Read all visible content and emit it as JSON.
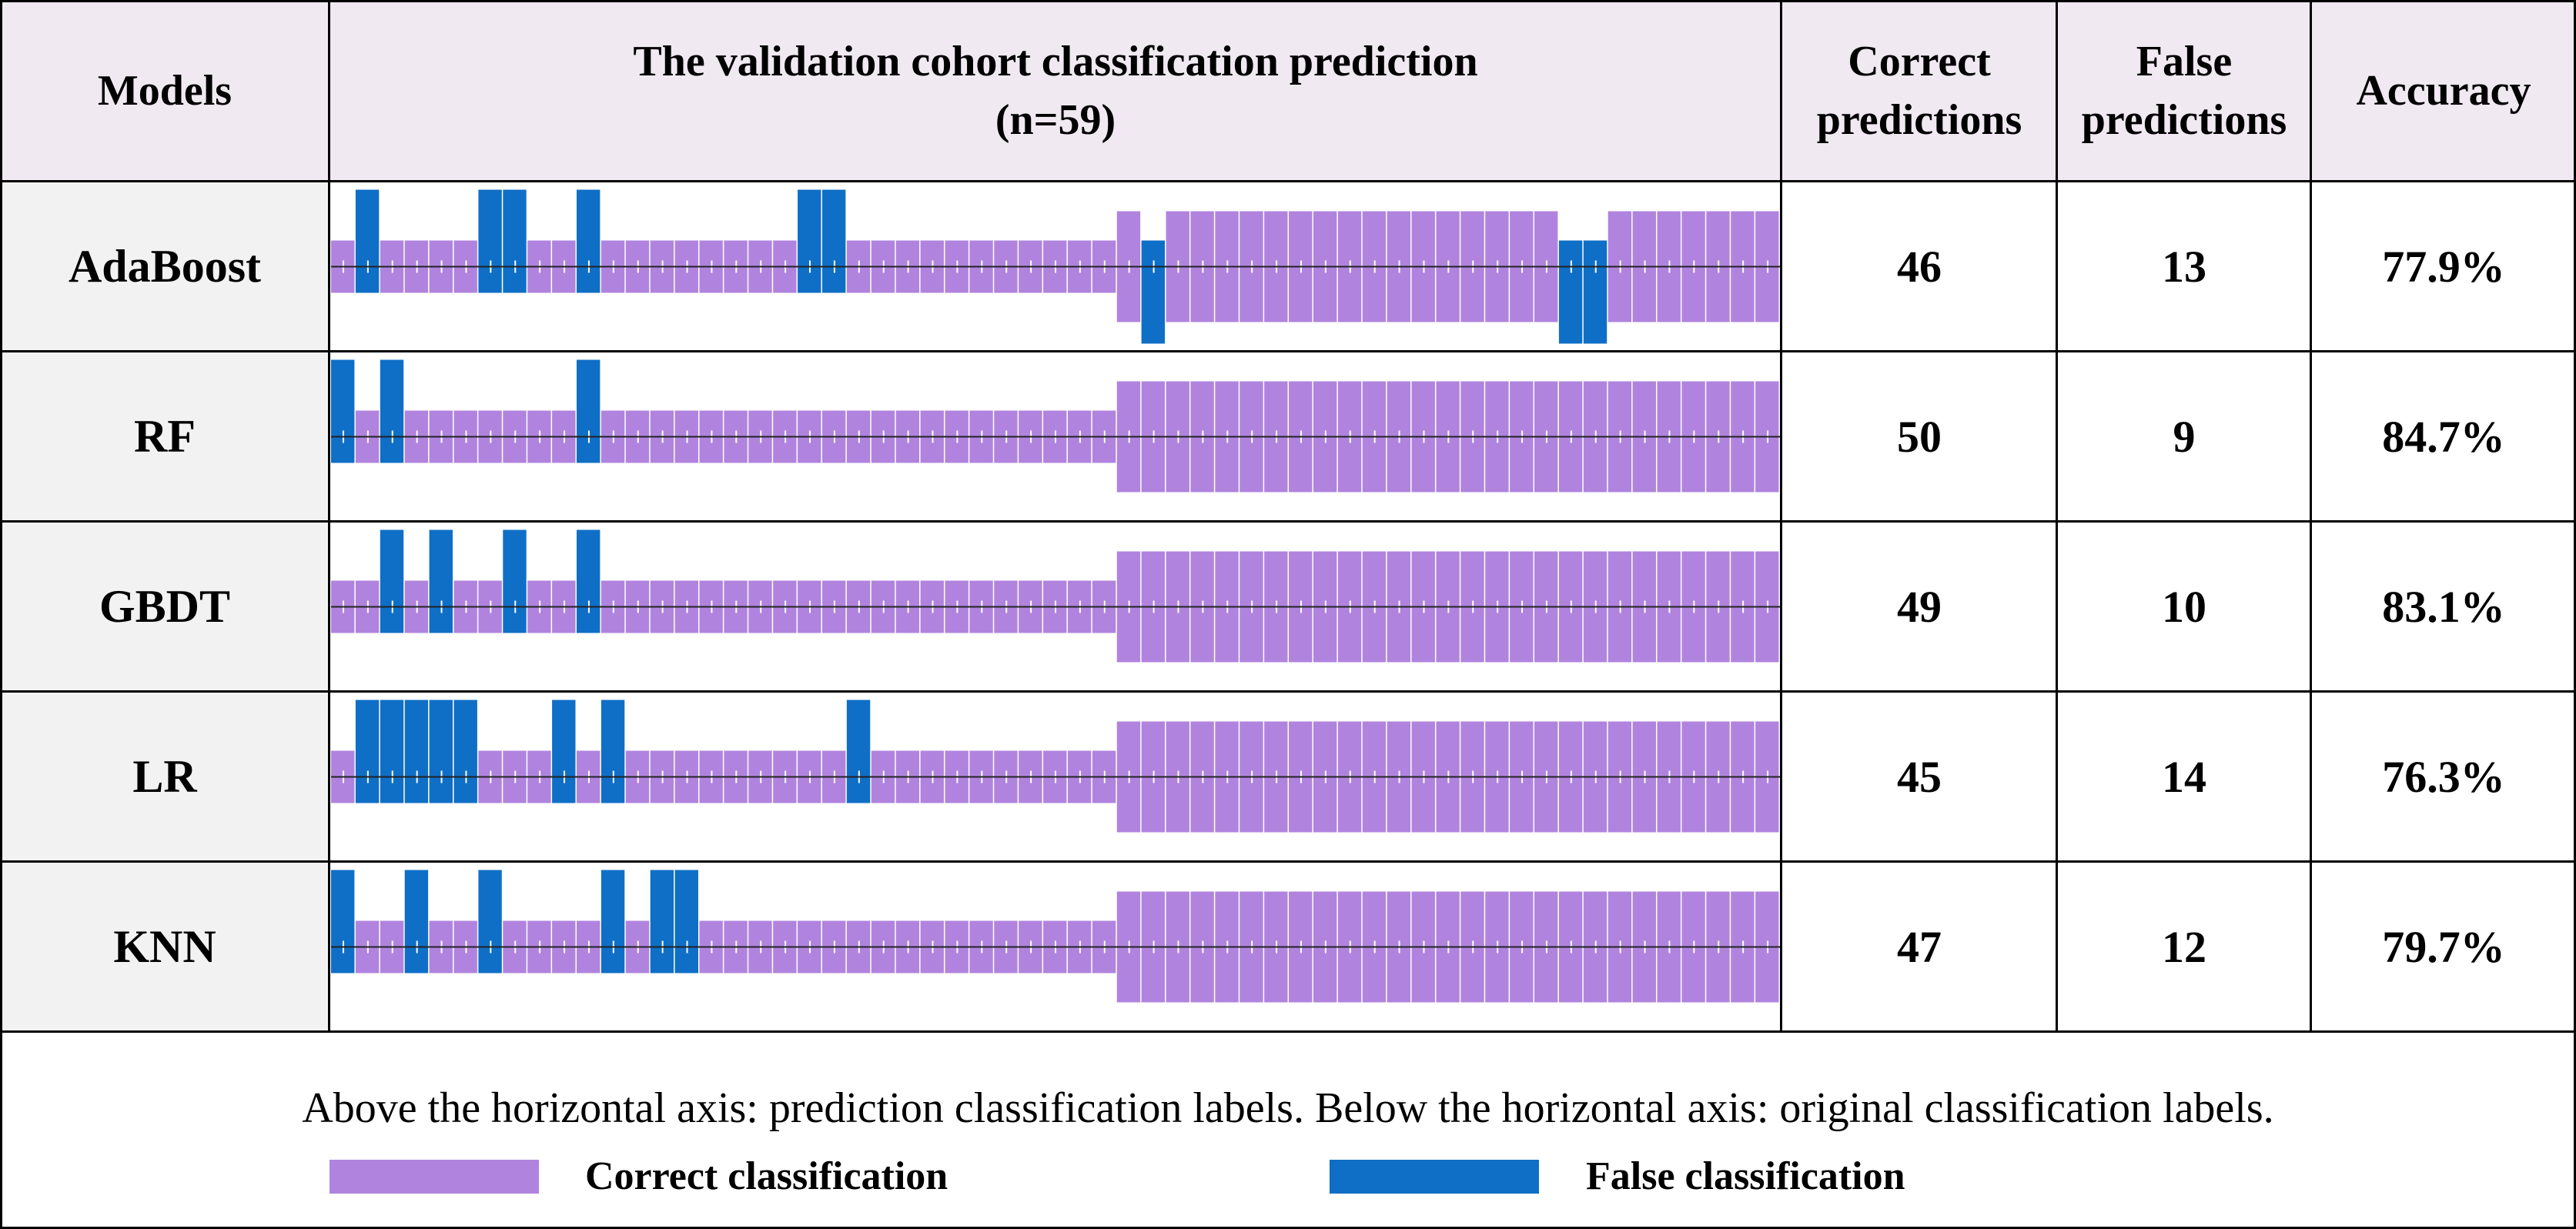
{
  "table": {
    "headers": {
      "models": "Models",
      "chart": [
        "The validation cohort classification prediction",
        "(n=59)"
      ],
      "correct": [
        "Correct",
        "predictions"
      ],
      "false": [
        "False",
        "predictions"
      ],
      "accuracy": "Accuracy"
    },
    "rows": [
      {
        "model": "AdaBoost",
        "correct": "46",
        "false": "13",
        "accuracy": "77.9%"
      },
      {
        "model": "RF",
        "correct": "50",
        "false": "9",
        "accuracy": "84.7%"
      },
      {
        "model": "GBDT",
        "correct": "49",
        "false": "10",
        "accuracy": "83.1%"
      },
      {
        "model": "LR",
        "correct": "45",
        "false": "14",
        "accuracy": "76.3%"
      },
      {
        "model": "KNN",
        "correct": "47",
        "false": "12",
        "accuracy": "79.7%"
      }
    ]
  },
  "note": "Above the horizontal axis: prediction classification labels. Below the horizontal axis: original classification labels.",
  "legend": {
    "correct": "Correct classification",
    "false": "False classification"
  },
  "colors": {
    "correct": "#b084de",
    "false": "#0f6fc6",
    "header_bg": "#f0e9f1",
    "label_bg": "#f2f2f2"
  },
  "chart_data": {
    "type": "bar",
    "description_axis": "cases",
    "n_cases": 59,
    "original_labels": [
      0,
      0,
      0,
      0,
      0,
      0,
      0,
      0,
      0,
      0,
      0,
      0,
      0,
      0,
      0,
      0,
      0,
      0,
      0,
      0,
      0,
      0,
      0,
      0,
      0,
      0,
      0,
      0,
      0,
      0,
      0,
      0,
      1,
      1,
      1,
      1,
      1,
      1,
      1,
      1,
      1,
      1,
      1,
      1,
      1,
      1,
      1,
      1,
      1,
      1,
      1,
      1,
      1,
      1,
      1,
      1,
      1,
      1,
      1
    ],
    "series": [
      {
        "name": "AdaBoost",
        "correct": [
          1,
          0,
          1,
          1,
          1,
          1,
          0,
          0,
          1,
          1,
          0,
          1,
          1,
          1,
          1,
          1,
          1,
          1,
          1,
          0,
          0,
          1,
          1,
          1,
          1,
          1,
          1,
          1,
          1,
          1,
          1,
          1,
          1,
          0,
          1,
          1,
          1,
          1,
          1,
          1,
          1,
          1,
          1,
          1,
          1,
          1,
          1,
          1,
          1,
          1,
          0,
          0,
          1,
          1,
          1,
          1,
          1,
          1,
          1
        ]
      },
      {
        "name": "RF",
        "correct": [
          0,
          1,
          0,
          1,
          1,
          1,
          1,
          1,
          1,
          1,
          0,
          1,
          1,
          1,
          1,
          1,
          1,
          1,
          1,
          1,
          1,
          1,
          1,
          1,
          1,
          1,
          1,
          1,
          1,
          1,
          1,
          1,
          1,
          1,
          1,
          1,
          1,
          1,
          1,
          1,
          1,
          1,
          1,
          1,
          1,
          1,
          1,
          1,
          1,
          1,
          1,
          1,
          1,
          1,
          1,
          1,
          1,
          1,
          1
        ]
      },
      {
        "name": "GBDT",
        "correct": [
          1,
          1,
          0,
          1,
          0,
          1,
          1,
          0,
          1,
          1,
          0,
          1,
          1,
          1,
          1,
          1,
          1,
          1,
          1,
          1,
          1,
          1,
          1,
          1,
          1,
          1,
          1,
          1,
          1,
          1,
          1,
          1,
          1,
          1,
          1,
          1,
          1,
          1,
          1,
          1,
          1,
          1,
          1,
          1,
          1,
          1,
          1,
          1,
          1,
          1,
          1,
          1,
          1,
          1,
          1,
          1,
          1,
          1,
          1
        ]
      },
      {
        "name": "LR",
        "correct": [
          1,
          0,
          0,
          0,
          0,
          0,
          1,
          1,
          1,
          0,
          1,
          0,
          1,
          1,
          1,
          1,
          1,
          1,
          1,
          1,
          1,
          0,
          1,
          1,
          1,
          1,
          1,
          1,
          1,
          1,
          1,
          1,
          1,
          1,
          1,
          1,
          1,
          1,
          1,
          1,
          1,
          1,
          1,
          1,
          1,
          1,
          1,
          1,
          1,
          1,
          1,
          1,
          1,
          1,
          1,
          1,
          1,
          1,
          1
        ]
      },
      {
        "name": "KNN",
        "correct": [
          0,
          1,
          1,
          0,
          1,
          1,
          0,
          1,
          1,
          1,
          1,
          0,
          1,
          0,
          0,
          1,
          1,
          1,
          1,
          1,
          1,
          1,
          1,
          1,
          1,
          1,
          1,
          1,
          1,
          1,
          1,
          1,
          1,
          1,
          1,
          1,
          1,
          1,
          1,
          1,
          1,
          1,
          1,
          1,
          1,
          1,
          1,
          1,
          1,
          1,
          1,
          1,
          1,
          1,
          1,
          1,
          1,
          1,
          1
        ]
      }
    ]
  }
}
